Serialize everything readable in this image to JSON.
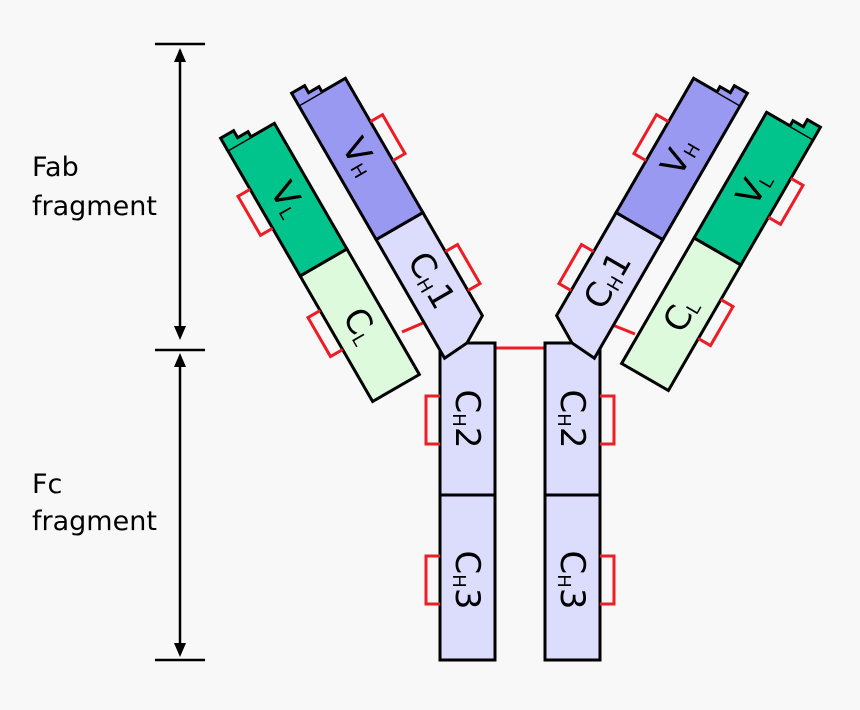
{
  "colors": {
    "heavy_variable": "#9999f2",
    "heavy_constant": "#dcdcfc",
    "light_variable": "#00c48c",
    "light_constant": "#ddfadd",
    "disulfide_bond": "#ee1c25",
    "background": "#f8f8f8"
  },
  "fragments": {
    "fab": {
      "line1": "Fab",
      "line2": "fragment"
    },
    "fc": {
      "line1": "Fc",
      "line2": "fragment"
    }
  },
  "domains": {
    "vh": {
      "main": "V",
      "sub": "H"
    },
    "vl": {
      "main": "V",
      "sub": "L"
    },
    "ch1": {
      "main": "C",
      "sub": "H",
      "num": "1"
    },
    "cl": {
      "main": "C",
      "sub": "L"
    },
    "ch2": {
      "main": "C",
      "sub": "H",
      "num": "2"
    },
    "ch3": {
      "main": "C",
      "sub": "H",
      "num": "3"
    }
  }
}
